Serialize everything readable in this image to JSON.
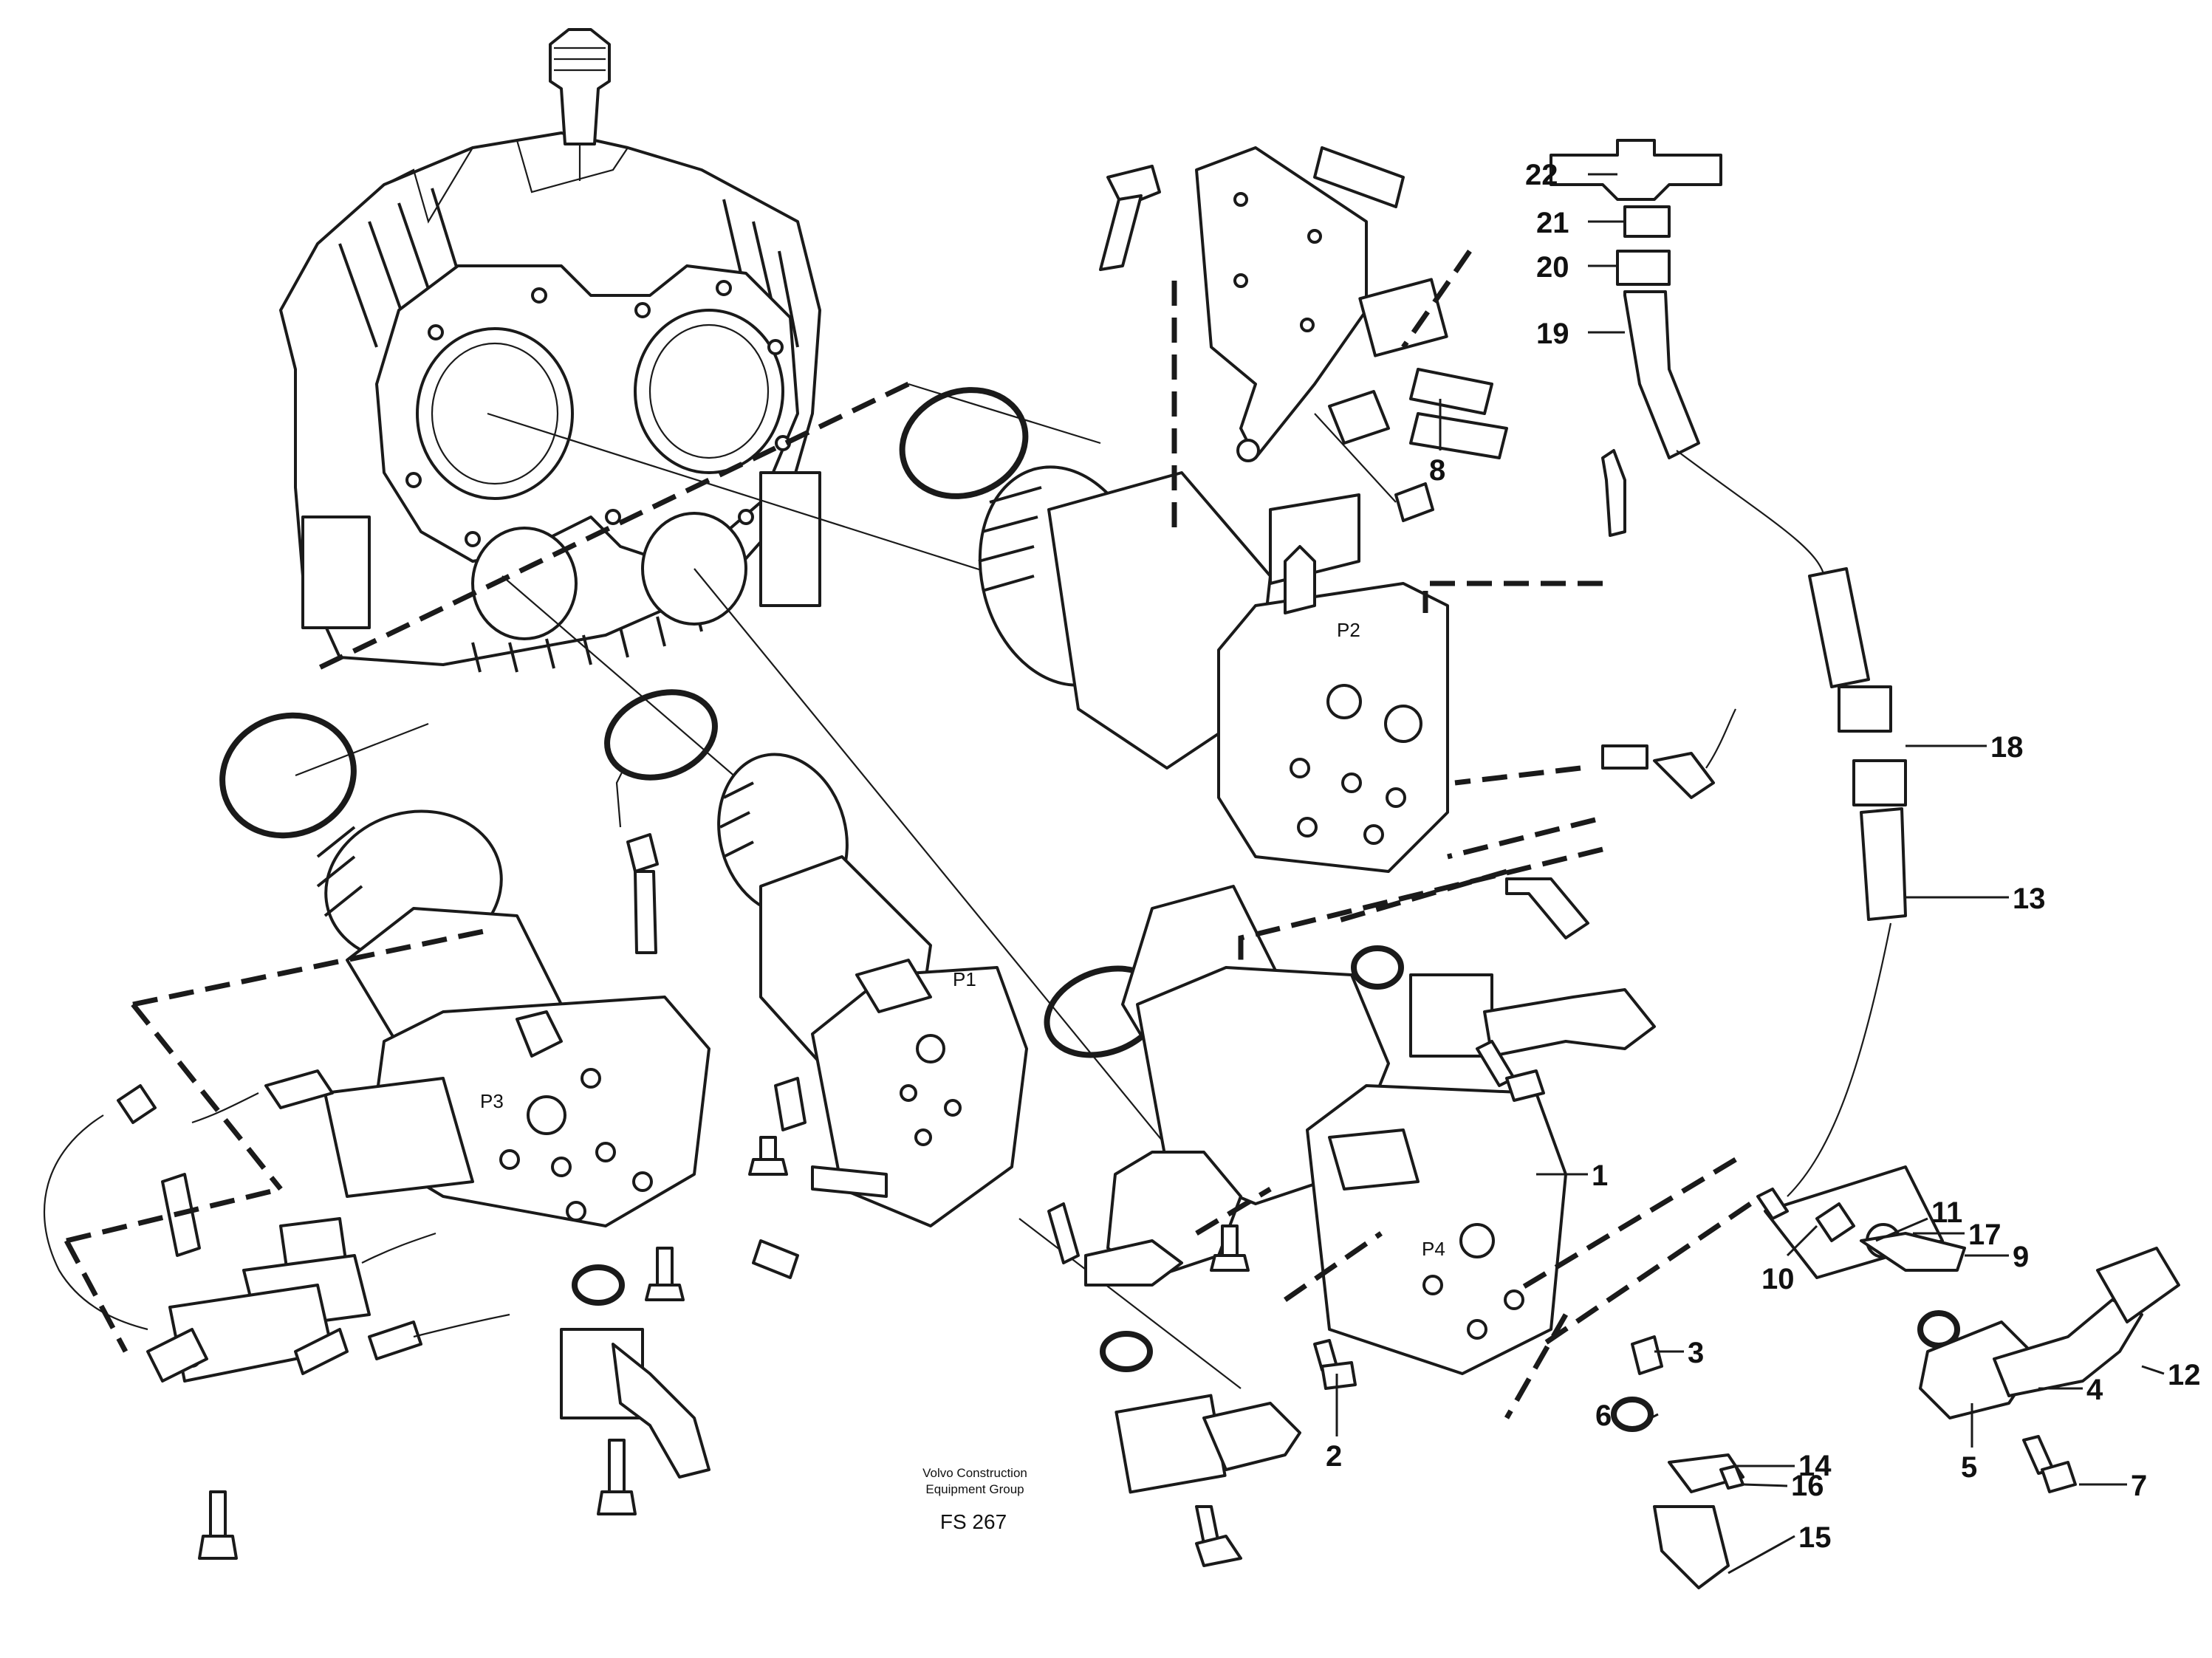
{
  "callouts": [
    "1",
    "2",
    "3",
    "4",
    "5",
    "6",
    "7",
    "8",
    "9",
    "10",
    "11",
    "12",
    "13",
    "14",
    "15",
    "16",
    "17",
    "18",
    "19",
    "20",
    "21",
    "22"
  ],
  "pump_marks": [
    "P1",
    "P2",
    "P3",
    "P4"
  ],
  "footer": {
    "line1": "Volvo Construction",
    "line2": "Equipment Group",
    "sheet": "FS 267"
  }
}
